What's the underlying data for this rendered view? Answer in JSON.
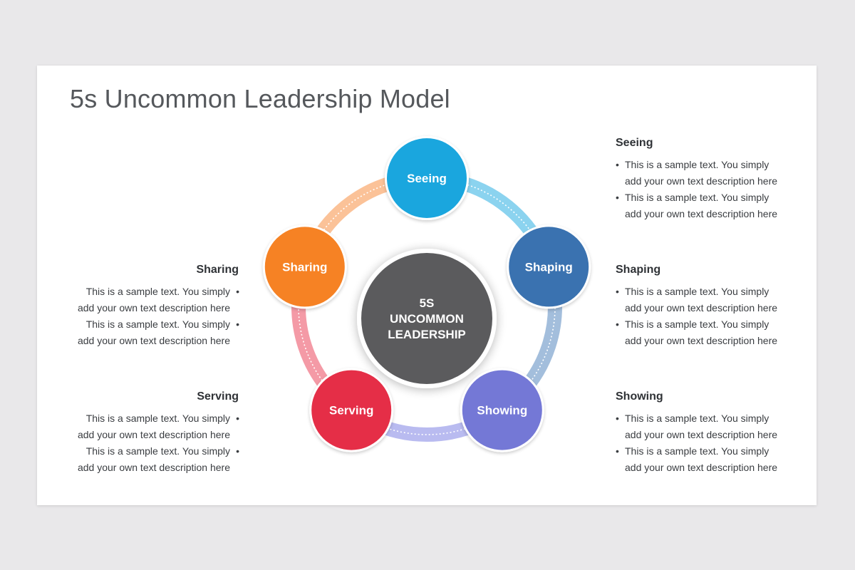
{
  "title": "5s Uncommon Leadership Model",
  "center": {
    "line1": "5S",
    "line2": "UNCOMMON",
    "line3": "LEADERSHIP",
    "color": "#5b5b5d"
  },
  "nodes": [
    {
      "key": "seeing",
      "label": "Seeing",
      "color": "#1aa6de"
    },
    {
      "key": "shaping",
      "label": "Shaping",
      "color": "#3a72b0"
    },
    {
      "key": "showing",
      "label": "Showing",
      "color": "#7478d6"
    },
    {
      "key": "serving",
      "label": "Serving",
      "color": "#e52e47"
    },
    {
      "key": "sharing",
      "label": "Sharing",
      "color": "#f68224"
    }
  ],
  "connectors": [
    {
      "from": "seeing",
      "to": "shaping",
      "color": "#8bd3ef"
    },
    {
      "from": "shaping",
      "to": "showing",
      "color": "#a3bedc"
    },
    {
      "from": "showing",
      "to": "serving",
      "color": "#b9bbf0"
    },
    {
      "from": "serving",
      "to": "sharing",
      "color": "#f49aa6"
    },
    {
      "from": "sharing",
      "to": "seeing",
      "color": "#fbc298"
    }
  ],
  "descriptions": {
    "seeing": {
      "heading": "Seeing",
      "bullets": [
        "This is a sample text. You simply add your own text description here",
        "This is a sample text. You simply add your own text description here"
      ]
    },
    "shaping": {
      "heading": "Shaping",
      "bullets": [
        "This is a sample text. You simply add your own text description here",
        "This is a sample text. You simply add your own text description here"
      ]
    },
    "showing": {
      "heading": "Showing",
      "bullets": [
        "This is a sample text. You simply add your own text description here",
        "This is a sample text. You simply add your own text description here"
      ]
    },
    "sharing": {
      "heading": "Sharing",
      "bullets": [
        "This is a sample text. You simply add your own text description here",
        "This is a sample text. You simply add your own text description here"
      ]
    },
    "serving": {
      "heading": "Serving",
      "bullets": [
        "This is a sample text. You simply add your own text description here",
        "This is a sample text. You simply add your own text description here"
      ]
    }
  }
}
